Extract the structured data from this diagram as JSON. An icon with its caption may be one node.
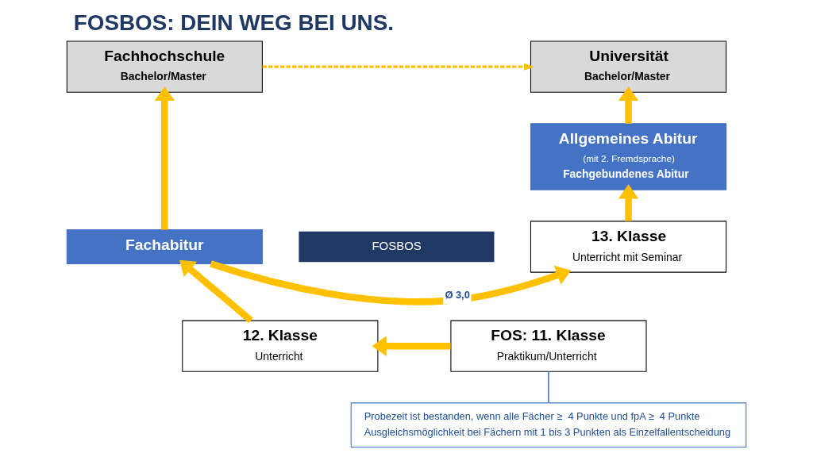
{
  "diagram": {
    "title": "FOSBOS: DEIN WEG BEI UNS.",
    "nodes": [
      {
        "text": [
          "Fachhochschule",
          "Bachelor/Master"
        ]
      },
      {
        "text": [
          "Universität",
          "Bachelor/Master"
        ]
      },
      {
        "text": [
          "Allgemeines Abitur",
          "(mit 2. Fremdsprache)",
          "Fachgebundenes Abitur"
        ]
      },
      {
        "text": [
          "13. Klasse",
          "Unterricht mit Seminar"
        ]
      },
      {
        "text": [
          "Probezeit ist bestanden, wenn alle Fächer ≥  4 Punkte und fpA ≥  4 Punkte",
          "Ausgleichsmöglichkeit bei Fächern mit 1 bis 3 Punkten als Einzelfallentscheidung"
        ]
      },
      {
        "text": [
          "Fachabitur"
        ]
      },
      {
        "text": [
          "12. Klasse",
          "Unterricht"
        ]
      },
      {
        "text": [
          "FOS: 11. Klasse",
          "Praktikum/Unterricht"
        ]
      }
    ],
    "edges": [
      {
        "from": 0,
        "to": 1,
        "arrow": "to",
        "style": "dashed"
      },
      {
        "from": 2,
        "to": 1,
        "arrow": "to"
      },
      {
        "from": 3,
        "to": 2,
        "arrow": "to"
      },
      {
        "from": 5,
        "to": 0,
        "arrow": "to"
      },
      {
        "from": 5,
        "to": 3,
        "arrow": "to",
        "label": "Ø 3,0"
      },
      {
        "from": 6,
        "to": 5,
        "arrow": "to"
      },
      {
        "from": 7,
        "to": 6,
        "arrow": "to"
      },
      {
        "from": 4,
        "to": 7,
        "arrow": "none",
        "color": "#4472c4"
      }
    ],
    "labels": [
      "FOSBOS"
    ]
  }
}
